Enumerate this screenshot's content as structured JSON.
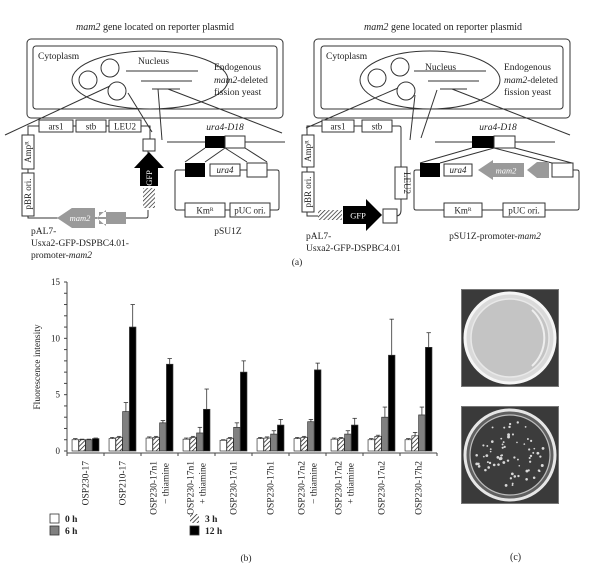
{
  "panel_a": {
    "label": "(a)",
    "left": {
      "title_italic": "mam2",
      "title_rest": " gene located on reporter plasmid",
      "cytoplasm": "Cytoplasm",
      "nucleus": "Nucleus",
      "yeast_line1": "Endogenous",
      "yeast_line2_italic": "mam2",
      "yeast_line2_rest": "-deleted",
      "yeast_line3": "fission yeast",
      "plasmid1_boxes": [
        "ars1",
        "stb",
        "LEU2",
        "Ampᴿ",
        "pBR ori."
      ],
      "gfp": "GFP",
      "mam2_arrow": "mam2",
      "plasmid1_name_line1": "pAL7-",
      "plasmid1_name_line2": "Usxa2-GFP-DSPBC4.01-",
      "plasmid1_name_line3_a": "promoter-",
      "plasmid1_name_line3_b": "mam2",
      "locus": "ura4-D18",
      "ura4": "ura4",
      "kmr": "Kmᴿ",
      "puc": "pUC ori.",
      "plasmid2_name": "pSU1Z"
    },
    "right": {
      "title_italic": "mam2",
      "title_rest": " gene located on reporter plasmid",
      "cytoplasm": "Cytoplasm",
      "nucleus": "Nucleus",
      "yeast_line1": "Endogenous",
      "yeast_line2_italic": "mam2",
      "yeast_line2_rest": "-deleted",
      "yeast_line3": "fission yeast",
      "plasmid1_boxes": [
        "ars1",
        "stb",
        "LEU2",
        "Ampᴿ",
        "pBR ori."
      ],
      "gfp": "GFP",
      "plasmid1_name_line1": "pAL7-",
      "plasmid1_name_line2": "Usxa2-GFP-DSPBC4.01",
      "locus": "ura4-D18",
      "ura4": "ura4",
      "mam2_arrow": "mam2",
      "kmr": "Kmᴿ",
      "puc": "pUC ori.",
      "plasmid2_name_a": "pSU1Z-promoter-",
      "plasmid2_name_b": "mam2"
    }
  },
  "panel_b": {
    "label": "(b)"
  },
  "panel_c": {
    "label": "(c)"
  },
  "chart_data": {
    "type": "bar",
    "title": "",
    "xlabel": "",
    "ylabel": "Fluorescence intensity",
    "ylim": [
      0,
      15
    ],
    "yticks": [
      0,
      5,
      10,
      15
    ],
    "minor_tick_step": 1,
    "grid": false,
    "legend_placement": "bottom",
    "categories": [
      [
        "OSP230-17"
      ],
      [
        "OSP210-17"
      ],
      [
        "OSP230-17n1",
        "− thiamine"
      ],
      [
        "OSP230-17n1",
        "+ thiamine"
      ],
      [
        "OSP230-17u1"
      ],
      [
        "OSP230-17h1"
      ],
      [
        "OSP230-17n2",
        "− thiamine"
      ],
      [
        "OSP230-17n2",
        "+ thiamine"
      ],
      [
        "OSP230-17u2"
      ],
      [
        "OSP230-17h2"
      ]
    ],
    "series": [
      {
        "name": "0 h",
        "fill": "#ffffff",
        "values": [
          1.0,
          1.1,
          1.15,
          1.05,
          0.95,
          1.1,
          1.1,
          1.05,
          1.0,
          1.0
        ],
        "errors": [
          0.1,
          0.1,
          0.1,
          0.1,
          0.05,
          0.1,
          0.1,
          0.1,
          0.1,
          0.1
        ]
      },
      {
        "name": "3 h",
        "fill": "hatch",
        "values": [
          1.0,
          1.2,
          1.2,
          1.2,
          1.1,
          1.15,
          1.2,
          1.1,
          1.3,
          1.35
        ],
        "errors": [
          0.05,
          0.1,
          0.1,
          0.1,
          0.1,
          0.1,
          0.1,
          0.1,
          0.1,
          0.3
        ]
      },
      {
        "name": "6 h",
        "fill": "#808080",
        "values": [
          1.0,
          3.5,
          2.5,
          1.6,
          2.1,
          1.5,
          2.6,
          1.5,
          3.0,
          3.2
        ],
        "errors": [
          0.05,
          0.8,
          0.2,
          0.5,
          0.4,
          0.3,
          0.2,
          0.3,
          0.9,
          0.7
        ]
      },
      {
        "name": "12 h",
        "fill": "#000000",
        "values": [
          1.1,
          11.0,
          7.7,
          3.7,
          7.0,
          2.3,
          7.2,
          2.3,
          8.5,
          9.2
        ],
        "errors": [
          0.05,
          2.0,
          0.5,
          1.8,
          1.0,
          0.5,
          0.6,
          0.6,
          3.2,
          1.3
        ]
      }
    ],
    "legend": [
      {
        "label": "0 h",
        "fill": "#ffffff"
      },
      {
        "label": "6 h",
        "fill": "#808080"
      },
      {
        "label": "3 h",
        "fill": "hatch"
      },
      {
        "label": "12 h",
        "fill": "#000000"
      }
    ]
  }
}
